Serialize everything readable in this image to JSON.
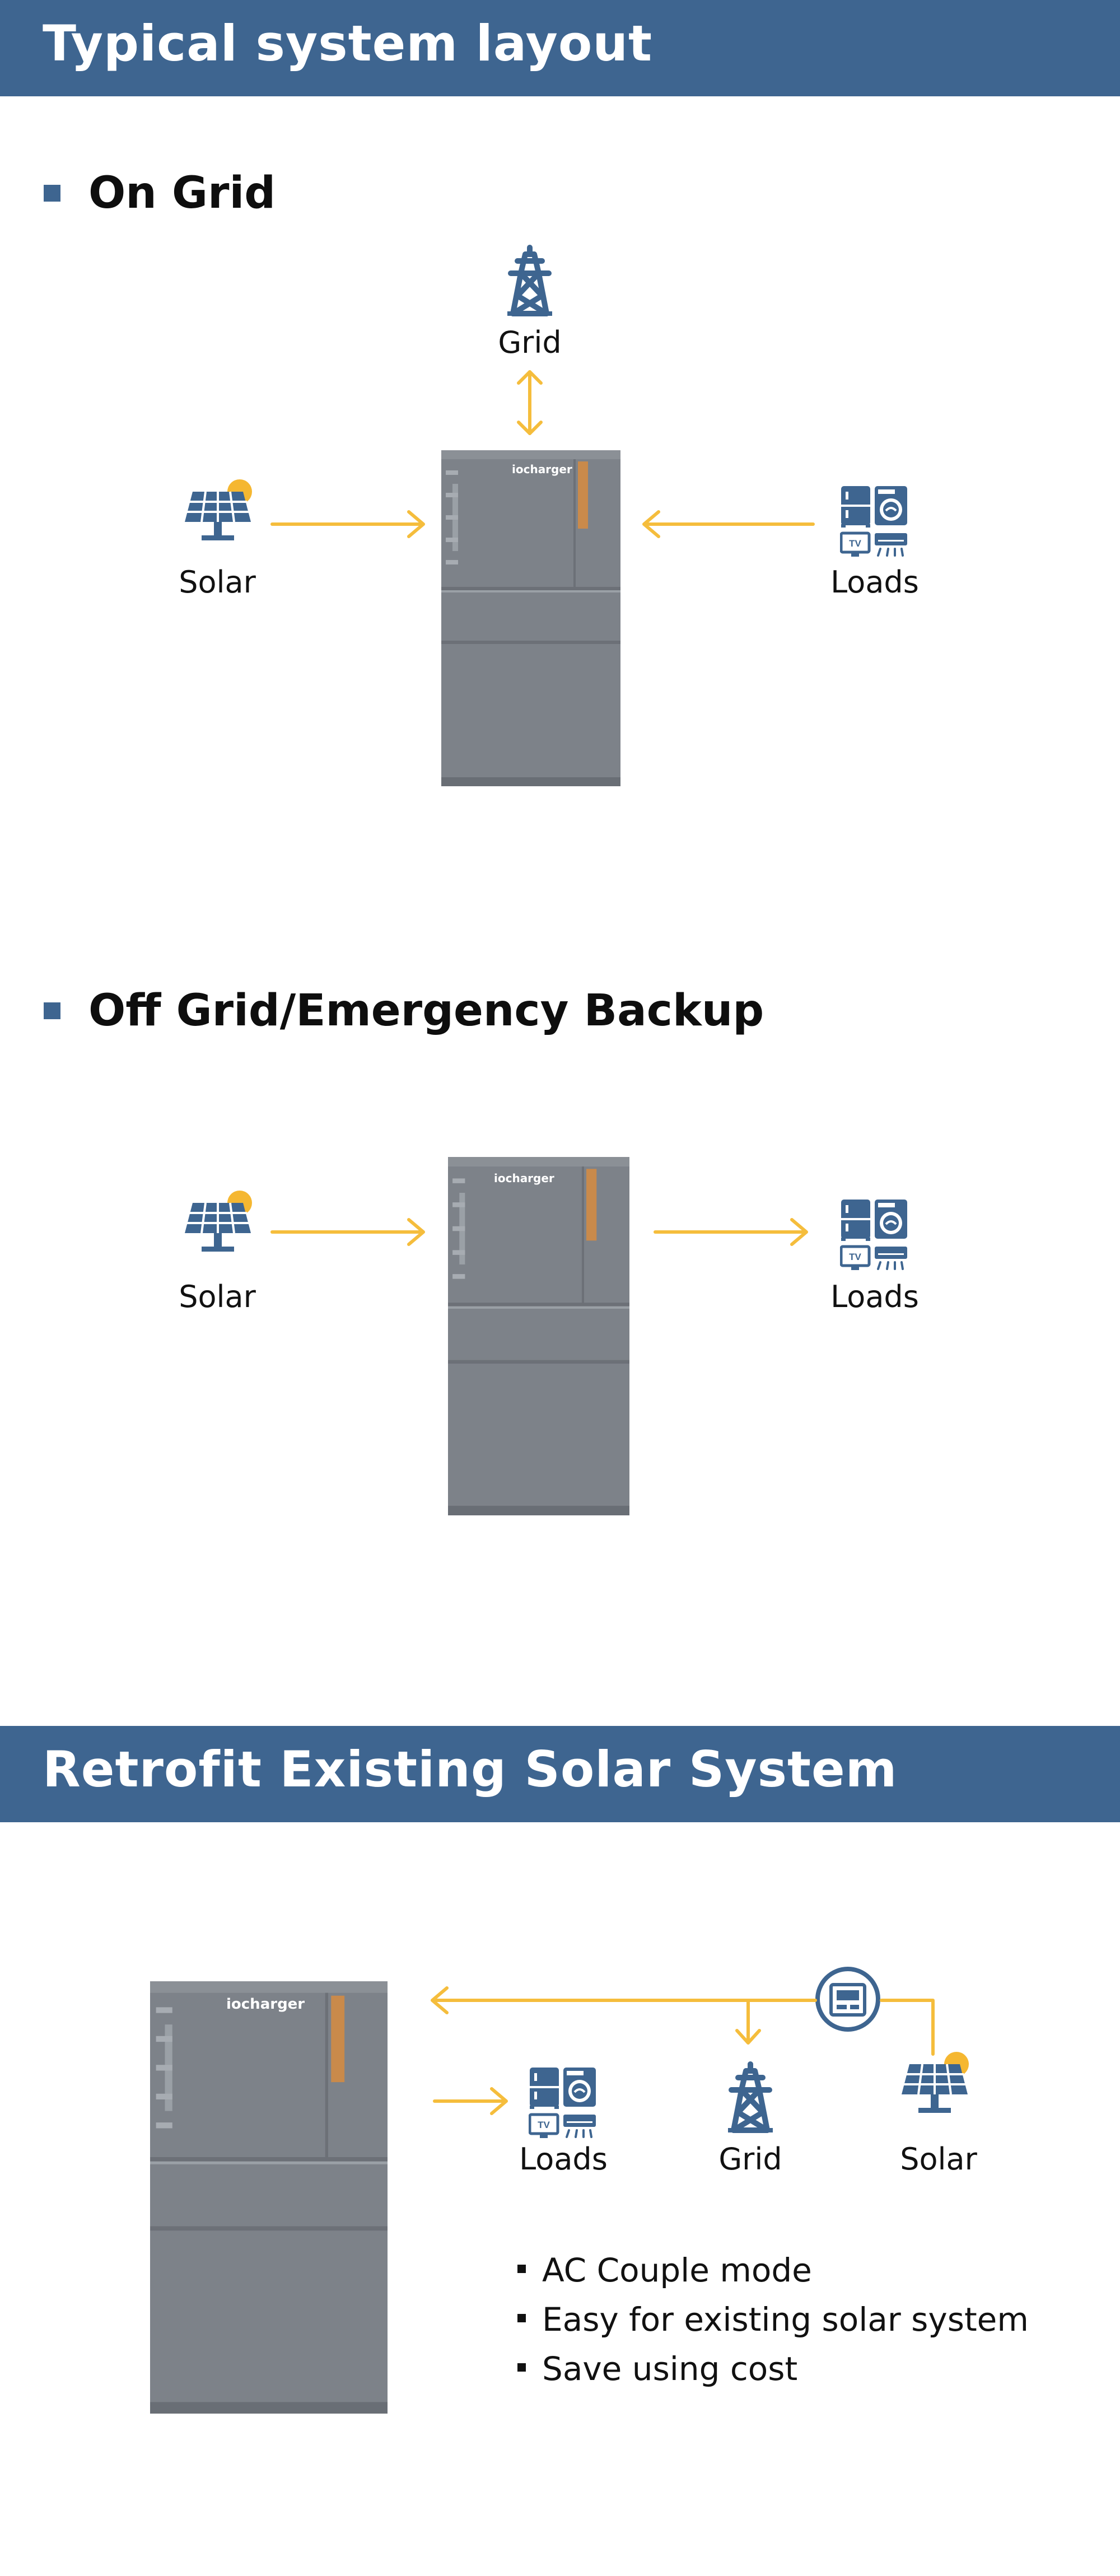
{
  "banner_top": {
    "title": "Typical system layout"
  },
  "banner_bottom": {
    "title": "Retrofit Existing Solar System"
  },
  "on_grid": {
    "heading": "On Grid",
    "grid_label": "Grid",
    "solar_label": "Solar",
    "loads_label": "Loads"
  },
  "off_grid": {
    "heading": "Off Grid/Emergency Backup",
    "solar_label": "Solar",
    "loads_label": "Loads"
  },
  "retrofit": {
    "loads_label": "Loads",
    "grid_label": "Grid",
    "solar_label": "Solar",
    "features": [
      "AC Couple mode",
      "Easy for existing solar system",
      "Save using cost"
    ]
  },
  "brand": {
    "logo_text": "iocharger"
  },
  "colors": {
    "banner": "#3e6590",
    "icon_blue": "#3e6590",
    "arrow": "#f5bd3c",
    "sun": "#f5b731",
    "battery_body": "#7d8289",
    "battery_stripe": "#c98a4b"
  },
  "icons": [
    "pylon-icon",
    "solar-panel-icon",
    "appliances-icon",
    "meter-icon"
  ]
}
